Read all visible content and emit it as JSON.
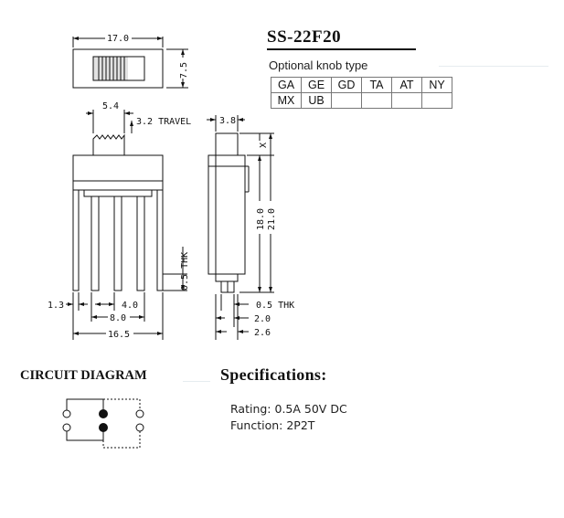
{
  "title": "SS-22F20",
  "knob": {
    "label": "Optional knob type",
    "row1": [
      "GA",
      "GE",
      "GD",
      "TA",
      "AT",
      "NY"
    ],
    "row2": [
      "MX",
      "UB",
      "",
      "",
      "",
      ""
    ]
  },
  "dims": {
    "width_top": "17.0",
    "height_top": "7.5",
    "knob_width": "5.4",
    "travel": "3.2 TRAVEL",
    "side_top": "3.8",
    "x_mark": "X",
    "h18": "18.0",
    "h21": "21.0",
    "pin_thk_front": "0.5 THK",
    "pin_thk_side": "0.5 THK",
    "left_gap": "1.3",
    "pitch": "4.0",
    "span8": "8.0",
    "overall": "16.5",
    "side_20": "2.0",
    "side_26": "2.6"
  },
  "circuit": {
    "title": "CIRCUIT DIAGRAM"
  },
  "specs": {
    "title": "Specifications:",
    "rating": "Rating: 0.5A 50V DC",
    "function": "Function: 2P2T"
  }
}
